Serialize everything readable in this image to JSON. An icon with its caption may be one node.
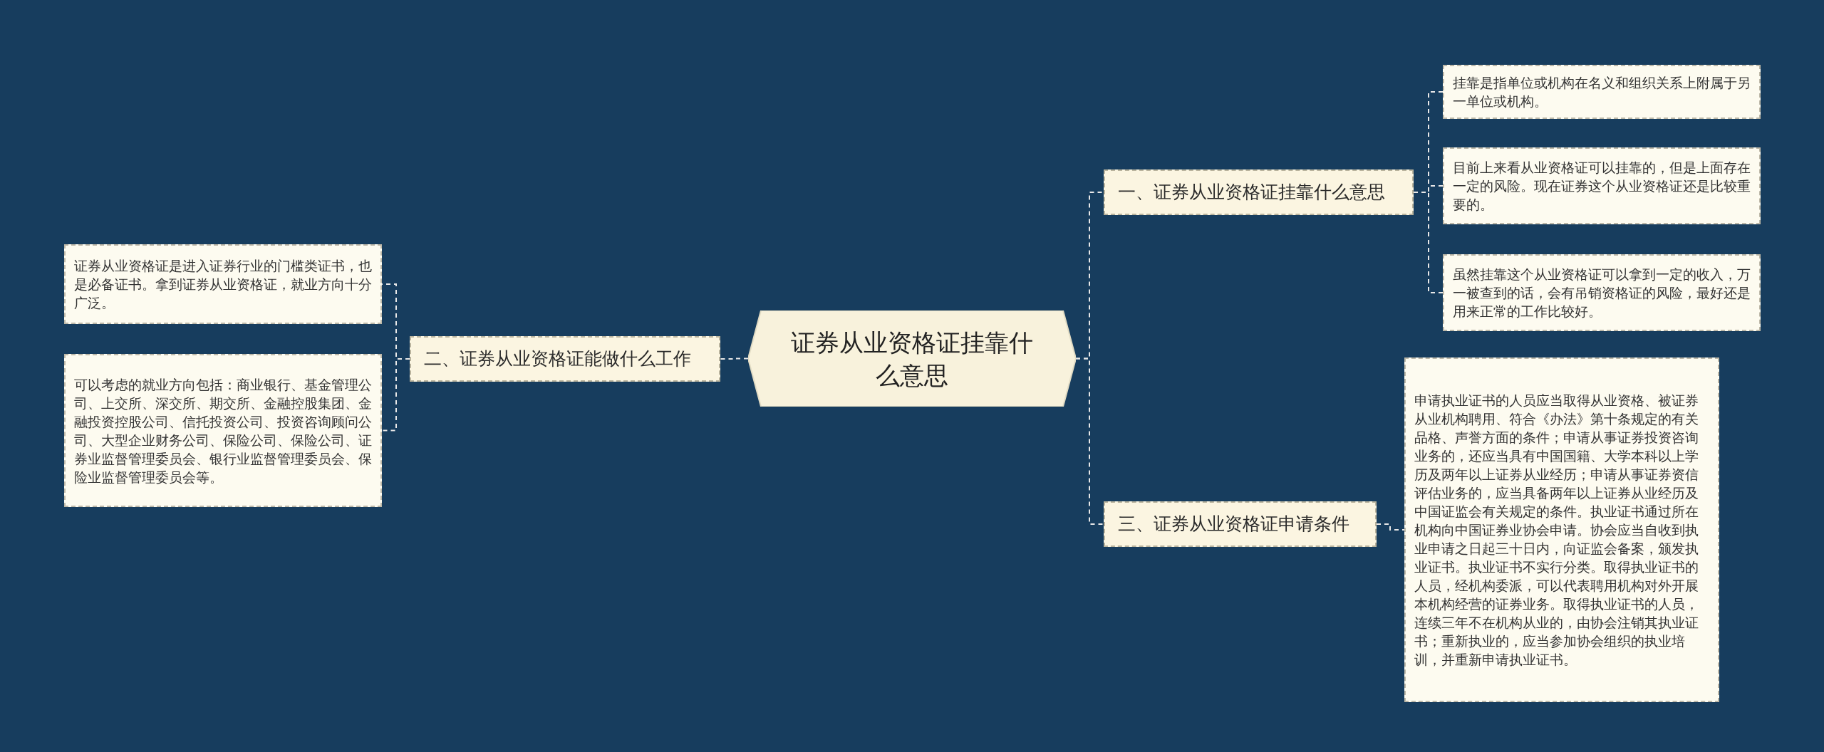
{
  "diagram": {
    "nodes": [
      {
        "text": [
          "证券从业资格证挂靠什么意思"
        ]
      },
      {
        "text": [
          "一、证券从业资格证挂靠什么意思"
        ]
      },
      {
        "text": [
          "挂靠是指单位或机构在名义和组织关系上附属于另一单位或机构。"
        ]
      },
      {
        "text": [
          "目前上来看从业资格证可以挂靠的，但是上面存在一定的风险。现在证券这个从业资格证还是比较重要的。"
        ]
      },
      {
        "text": [
          "虽然挂靠这个从业资格证可以拿到一定的收入，万一被查到的话，会有吊销资格证的风险，最好还是用来正常的工作比较好。"
        ]
      },
      {
        "text": [
          "二、证券从业资格证能做什么工作"
        ]
      },
      {
        "text": [
          "证券从业资格证是进入证券行业的门槛类证书，也是必备证书。拿到证券从业资格证，就业方向十分广泛。"
        ]
      },
      {
        "text": [
          "可以考虑的就业方向包括：商业银行、基金管理公司、上交所、深交所、期交所、金融控股集团、金融投资控股公司、信托投资公司、投资咨询顾问公司、大型企业财务公司、保险公司、保险公司、证券业监督管理委员会、银行业监督管理委员会、保险业监督管理委员会等。"
        ]
      },
      {
        "text": [
          "三、证券从业资格证申请条件"
        ]
      },
      {
        "text": [
          "申请执业证书的人员应当取得从业资格、被证券从业机构聘用、符合《办法》第十条规定的有关品格、声誉方面的条件；申请从事证券投资咨询业务的，还应当具有中国国籍、大学本科以上学历及两年以上证券从业经历；申请从事证券资信评估业务的，应当具备两年以上证券从业经历及中国证监会有关规定的条件。执业证书通过所在机构向中国证券业协会申请。协会应当自收到执业申请之日起三十日内，向证监会备案，颁发执业证书。执业证书不实行分类。取得执业证书的人员，经机构委派，可以代表聘用机构对外开展本机构经营的证券业务。取得执业证书的人员，连续三年不在机构从业的，由协会注销其执业证书；重新执业的，应当参加协会组织的执业培训，并重新申请执业证书。"
        ]
      }
    ],
    "edges": [
      {
        "from": 0,
        "to": 1,
        "arrow": "none"
      },
      {
        "from": 1,
        "to": 2,
        "arrow": "none"
      },
      {
        "from": 1,
        "to": 3,
        "arrow": "none"
      },
      {
        "from": 1,
        "to": 4,
        "arrow": "none"
      },
      {
        "from": 0,
        "to": 5,
        "arrow": "none"
      },
      {
        "from": 5,
        "to": 6,
        "arrow": "none"
      },
      {
        "from": 5,
        "to": 7,
        "arrow": "none"
      },
      {
        "from": 0,
        "to": 8,
        "arrow": "none"
      },
      {
        "from": 8,
        "to": 9,
        "arrow": "none"
      }
    ]
  }
}
